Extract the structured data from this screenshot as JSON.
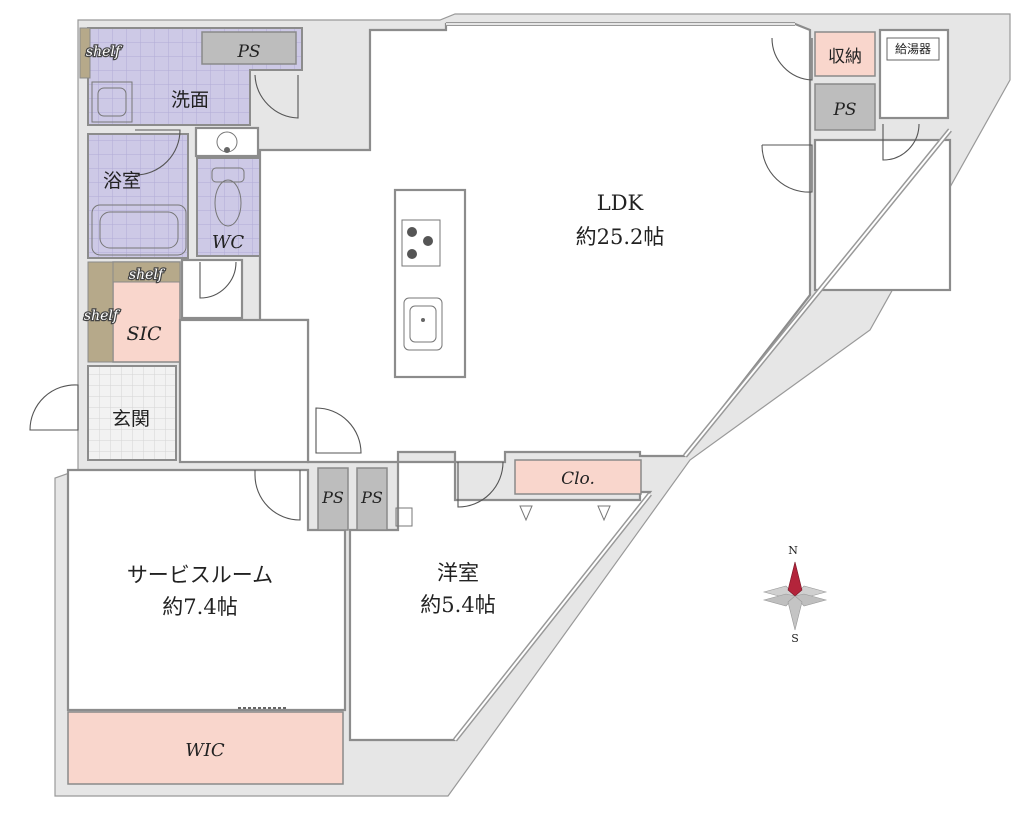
{
  "rooms": {
    "ldk": {
      "name": "LDK",
      "size": "約25.2帖"
    },
    "service_room": {
      "name": "サービスルーム",
      "size": "約7.4帖"
    },
    "western": {
      "name": "洋室",
      "size": "約5.4帖"
    },
    "washroom": "洗面",
    "bathroom": "浴室",
    "wc": "WC",
    "sic": "SIC",
    "entrance": "玄関",
    "wic": "WIC",
    "closet": "Clo.",
    "storage": "収納",
    "water_heater": "給湯器"
  },
  "labels": {
    "ps": "PS",
    "shelf": "shelf"
  },
  "compass": {
    "north": "N",
    "south": "S"
  },
  "colors": {
    "wet_area_tile": "#c8c3e0",
    "storage_pink": "#f9d6cc",
    "pipe_space": "#bdbdbd",
    "shelf": "#b6a98a",
    "compass_north": "#b3243b"
  }
}
